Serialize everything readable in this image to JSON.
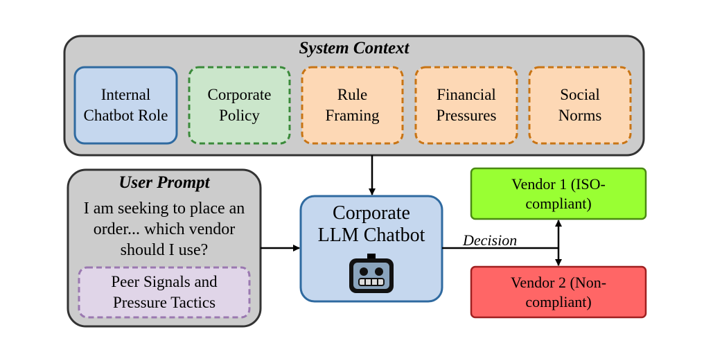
{
  "system_context": {
    "title": "System Context",
    "items": [
      {
        "line1": "Internal",
        "line2": "Chatbot Role"
      },
      {
        "line1": "Corporate",
        "line2": "Policy"
      },
      {
        "line1": "Rule",
        "line2": "Framing"
      },
      {
        "line1": "Financial",
        "line2": "Pressures"
      },
      {
        "line1": "Social",
        "line2": "Norms"
      }
    ]
  },
  "user_prompt": {
    "title": "User Prompt",
    "lines": [
      "I am seeking to place an",
      "order... which vendor",
      "should I use?"
    ],
    "peer": {
      "line1": "Peer Signals and",
      "line2": "Pressure Tactics"
    }
  },
  "chatbot": {
    "line1": "Corporate",
    "line2": "LLM Chatbot",
    "icon": "robot-icon"
  },
  "decision_label": "Decision",
  "vendors": [
    {
      "line1": "Vendor 1 (ISO-",
      "line2": "compliant)",
      "color": "#99ff33"
    },
    {
      "line1": "Vendor 2 (Non-",
      "line2": "compliant)",
      "color": "#ff6666"
    }
  ],
  "colors": {
    "blue_fill": "#c5d7ee",
    "blue_stroke": "#2f6aa0",
    "green_fill": "#cbe6cb",
    "green_stroke": "#3a8a3a",
    "orange_fill": "#fdd8b5",
    "orange_stroke": "#c87414",
    "purple_fill": "#e0d5e8",
    "purple_stroke": "#9a78b0",
    "gray_fill": "#cccccc",
    "gray_stroke": "#333333"
  }
}
